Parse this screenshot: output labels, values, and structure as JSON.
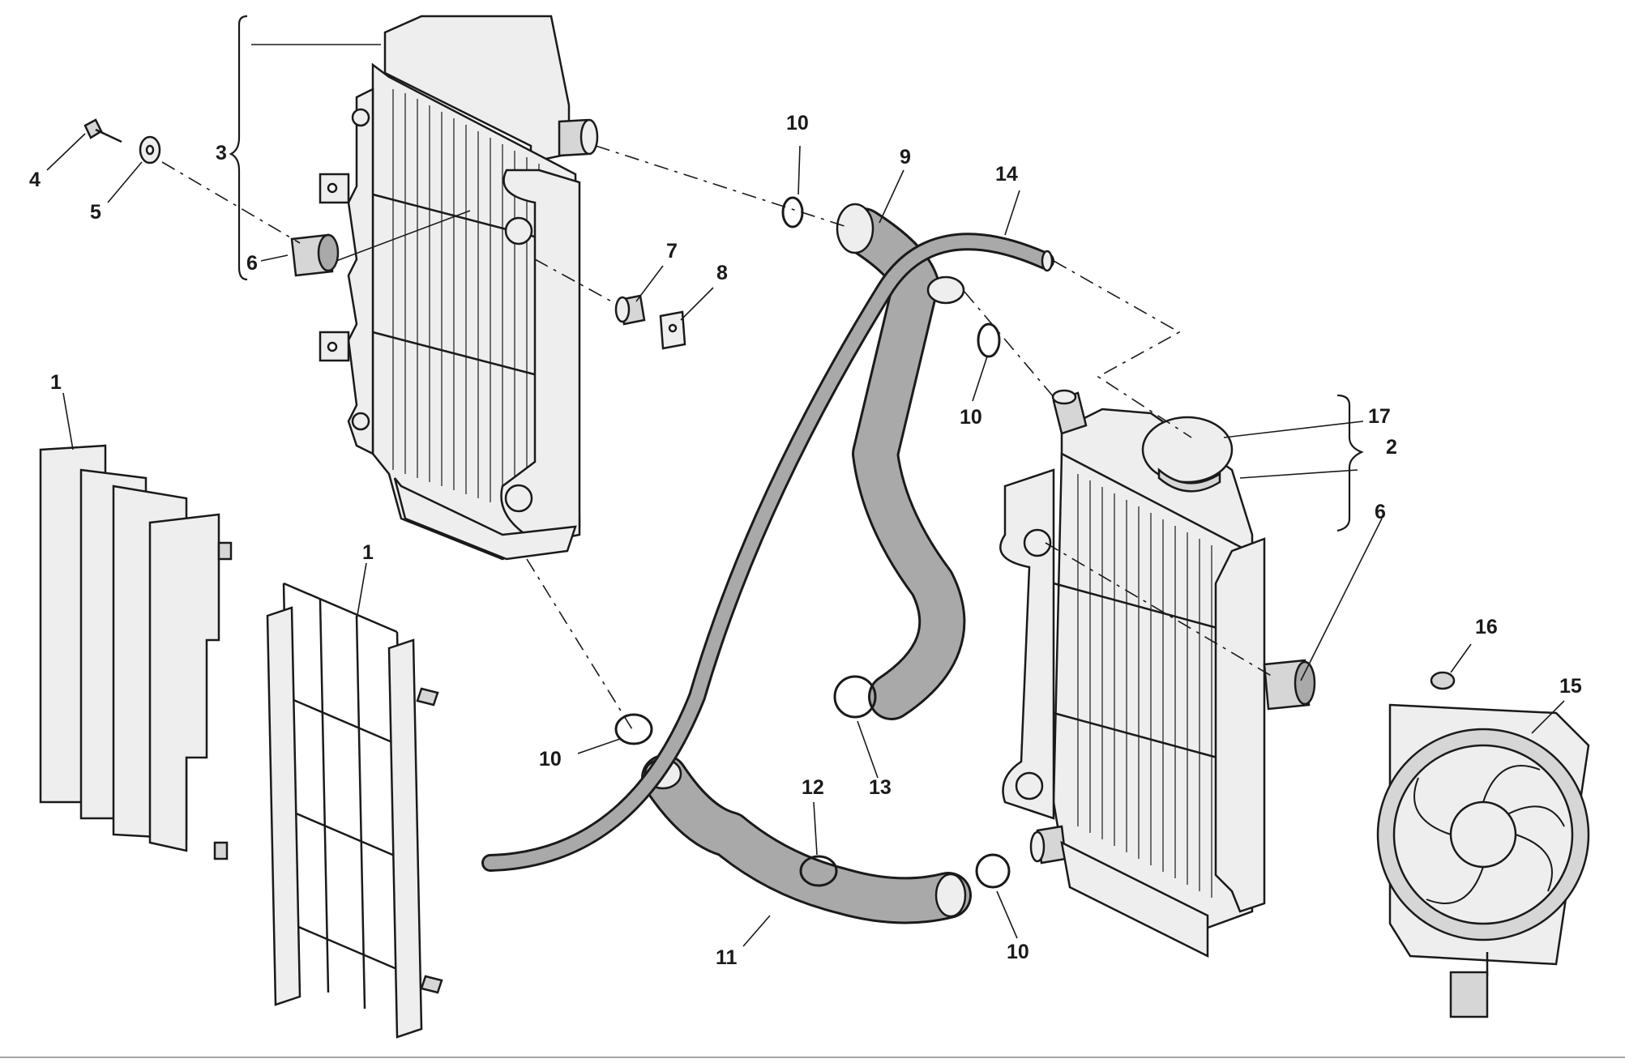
{
  "callouts": {
    "l1": "1",
    "l1b": "1",
    "l2": "2",
    "l3": "3",
    "l4": "4",
    "l5": "5",
    "l6": "6",
    "l6b": "6",
    "l7": "7",
    "l8": "8",
    "l9": "9",
    "l10a": "10",
    "l10b": "10",
    "l10c": "10",
    "l10d": "10",
    "l11": "11",
    "l12": "12",
    "l13": "13",
    "l14": "14",
    "l15": "15",
    "l16": "16",
    "l17": "17"
  },
  "icons": {
    "radiator_left": "radiator-icon",
    "radiator_right": "radiator-icon",
    "fan": "cooling-fan-icon",
    "cap": "radiator-cap-icon",
    "clamp": "hose-clamp-icon",
    "grille": "radiator-grille-icon"
  },
  "colors": {
    "line": "#1a1a1a",
    "hose": "#a9a9a9",
    "part_fill": "#eeeeee"
  }
}
